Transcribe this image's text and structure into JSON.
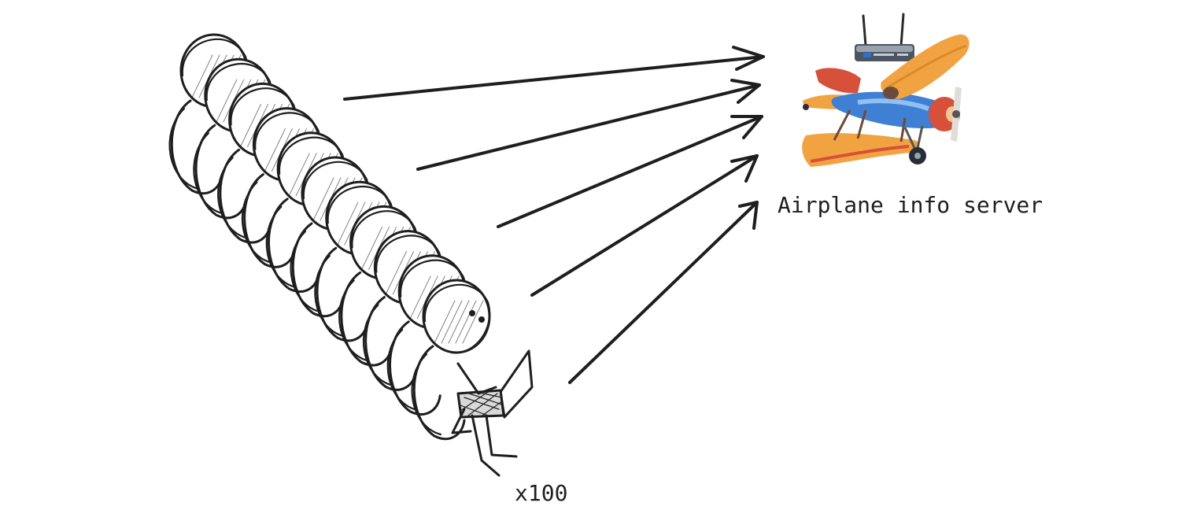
{
  "diagram": {
    "server": {
      "label": "Airplane info server",
      "icons": [
        "wifi-router-icon",
        "biplane-icon"
      ]
    },
    "clients": {
      "icon": "person-at-laptop-icon",
      "count_label": "x100"
    },
    "arrows": {
      "count": 5,
      "direction": "clients-to-server"
    },
    "colors": {
      "stroke": "#1e1e1e",
      "router_body": "#9aa3ad",
      "router_light": "#2f6fd0",
      "plane_wing": "#f2a341",
      "plane_body": "#3f7fd4",
      "plane_red": "#d7503a"
    }
  }
}
